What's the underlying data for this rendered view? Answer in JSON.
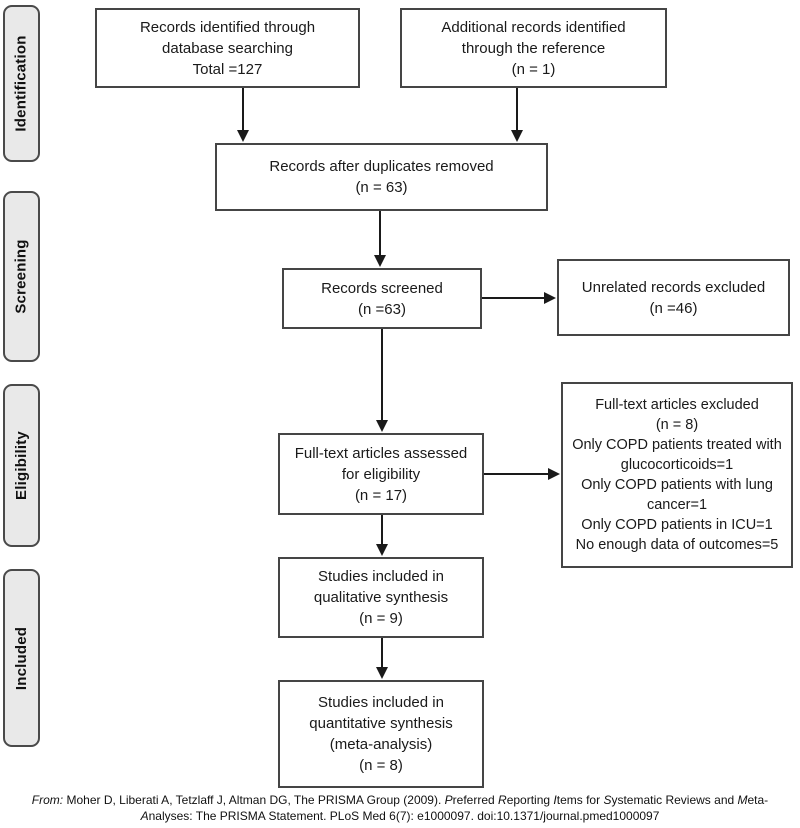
{
  "colors": {
    "box_border": "#454545",
    "stage_fill": "#e9e9e9",
    "stage_border": "#4a4a4a",
    "arrow": "#1a1a1a"
  },
  "sidebar": {
    "stages": [
      {
        "label": "Identification"
      },
      {
        "label": "Screening"
      },
      {
        "label": "Eligibility"
      },
      {
        "label": "Included"
      }
    ]
  },
  "flowchart": {
    "boxes": {
      "database": {
        "lines": [
          "Records identified through",
          "database searching",
          "Total =127"
        ]
      },
      "additional": {
        "lines": [
          "Additional records identified",
          "through the reference",
          "(n = 1)"
        ]
      },
      "duplicates": {
        "lines": [
          "Records after duplicates removed",
          "(n = 63)"
        ]
      },
      "screened": {
        "lines": [
          "Records screened",
          "(n =63)"
        ]
      },
      "unrelated": {
        "lines": [
          "Unrelated records excluded",
          "(n =46)"
        ]
      },
      "fulltext": {
        "lines": [
          "Full-text articles assessed",
          "for eligibility",
          "(n = 17)"
        ]
      },
      "excluded": {
        "lines": [
          "Full-text articles excluded",
          "(n = 8)",
          "Only COPD patients treated with",
          "glucocorticoids=1",
          "Only COPD patients with lung",
          "cancer=1",
          "Only COPD patients in ICU=1",
          "No enough data of outcomes=5"
        ]
      },
      "qualitative": {
        "lines": [
          "Studies included in",
          "qualitative synthesis",
          "(n = 9)"
        ]
      },
      "quantitative": {
        "lines": [
          "Studies included in",
          "quantitative synthesis",
          "(meta-analysis)",
          "(n = 8)"
        ]
      }
    }
  },
  "footer": {
    "line1": [
      {
        "text": "From:",
        "italic": true
      },
      {
        "text": "  Moher D, Liberati A, Tetzlaff J, Altman DG, The PRISMA Group (2009). ",
        "italic": false
      },
      {
        "text": "P",
        "italic": true
      },
      {
        "text": "referred ",
        "italic": false
      },
      {
        "text": "R",
        "italic": true
      },
      {
        "text": "eporting ",
        "italic": false
      },
      {
        "text": "I",
        "italic": true
      },
      {
        "text": "tems for ",
        "italic": false
      },
      {
        "text": "S",
        "italic": true
      },
      {
        "text": "ystematic Reviews and ",
        "italic": false
      },
      {
        "text": "M",
        "italic": true
      },
      {
        "text": "eta-",
        "italic": false
      }
    ],
    "line2": [
      {
        "text": "A",
        "italic": true
      },
      {
        "text": "nalyses: The PRISMA Statement. PLoS Med 6(7): e1000097. doi:10.1371/journal.pmed1000097",
        "italic": false
      }
    ]
  }
}
